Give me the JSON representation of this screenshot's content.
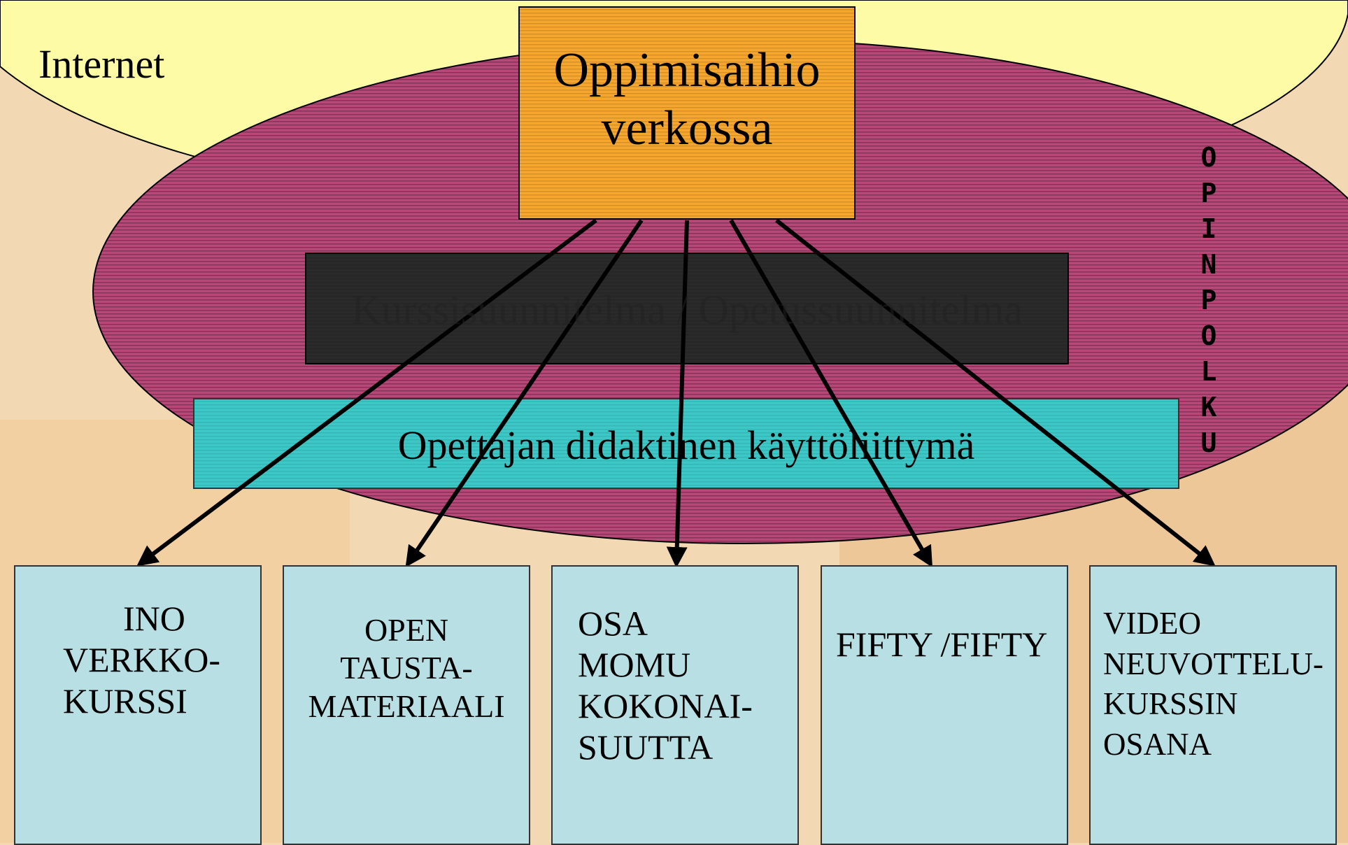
{
  "diagram": {
    "internet_label": "Internet",
    "top_box": {
      "lines": [
        "Oppimisaihio",
        "verkossa"
      ]
    },
    "plan_bar": {
      "text": "Kurssisuunnitelma / Opetussuunnitelma"
    },
    "ui_bar": {
      "text": "Opettajan didaktinen käyttöliittymä"
    },
    "side_label": {
      "letters": [
        "O",
        "P",
        "I",
        "N",
        "P",
        "O",
        "L",
        "K",
        "U"
      ]
    },
    "bottom_boxes": [
      {
        "lines": [
          "INO",
          "VERKKO-",
          "KURSSI"
        ]
      },
      {
        "lines": [
          "OPEN",
          "TAUSTA-",
          "MATERIAALI"
        ]
      },
      {
        "lines": [
          "OSA",
          "MOMU",
          "KOKONAI-",
          "SUUTTA"
        ]
      },
      {
        "lines": [
          "FIFTY /FIFTY"
        ]
      },
      {
        "lines": [
          "VIDEO",
          "NEUVOTTELU-",
          "KURSSIN",
          "OSANA"
        ]
      }
    ],
    "colors": {
      "background": "#f3d9b3",
      "internet_cloud": "#fdfba6",
      "ellipse": "#b84878",
      "top_box": "#f7a72e",
      "plan_bar": "#2a2a2a",
      "ui_bar": "#3dc8c8",
      "bottom_box": "#b8e0e4"
    }
  }
}
